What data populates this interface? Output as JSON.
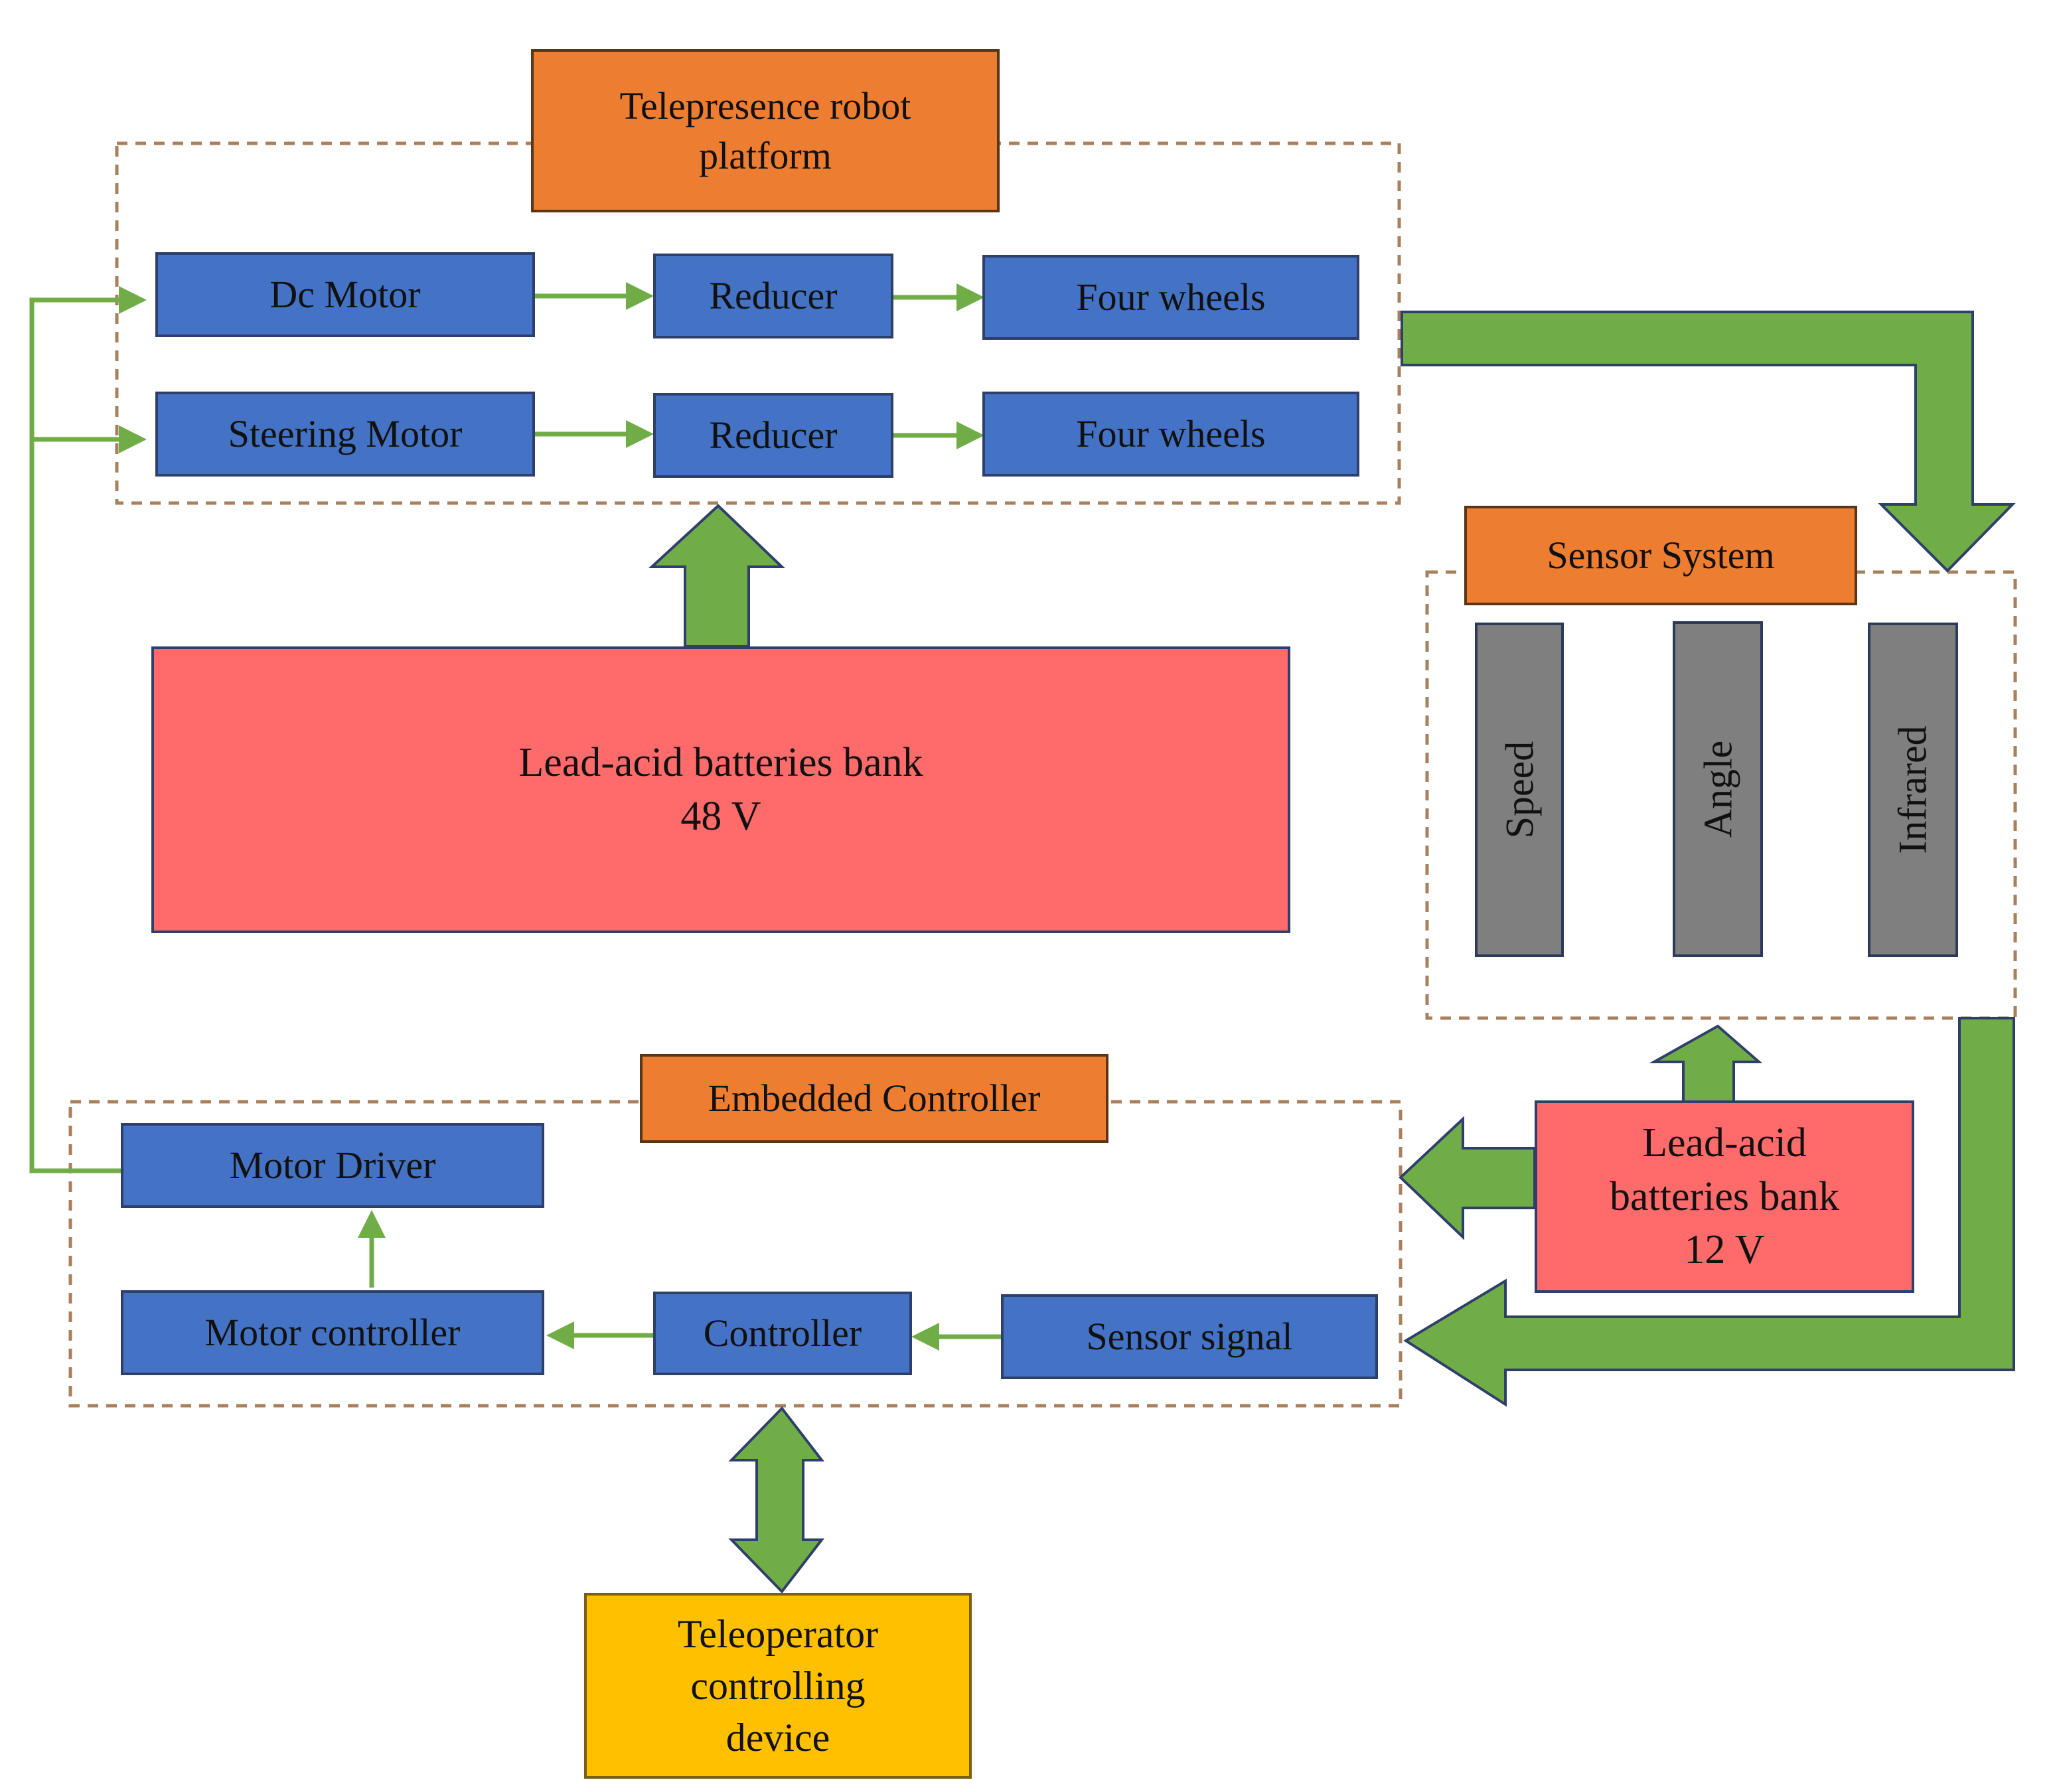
{
  "platform": {
    "title": "Telepresence robot\nplatform",
    "dc_motor": "Dc Motor",
    "steering_motor": "Steering Motor",
    "reducer_top": "Reducer",
    "reducer_bottom": "Reducer",
    "wheels_top": "Four wheels",
    "wheels_bottom": "Four wheels"
  },
  "battery_main": {
    "label": "Lead-acid batteries bank\n48 V"
  },
  "sensor_system": {
    "title": "Sensor System",
    "sensors": [
      "Speed",
      "Angle",
      "Infrared"
    ]
  },
  "embedded": {
    "title": "Embedded Controller",
    "motor_driver": "Motor Driver",
    "motor_controller": "Motor controller",
    "controller": "Controller",
    "sensor_signal": "Sensor signal"
  },
  "battery_small": {
    "label": "Lead-acid\nbatteries bank\n12 V"
  },
  "teleoperator": {
    "label": "Teleoperator\ncontrolling\ndevice"
  },
  "colors": {
    "process_blue": "#4472c4",
    "title_orange": "#ed7d31",
    "battery_red": "#ff6b6b",
    "device_yellow": "#ffc000",
    "sensor_gray": "#7f7f7f",
    "arrow_green": "#70ad47",
    "group_border": "#a9805d"
  }
}
